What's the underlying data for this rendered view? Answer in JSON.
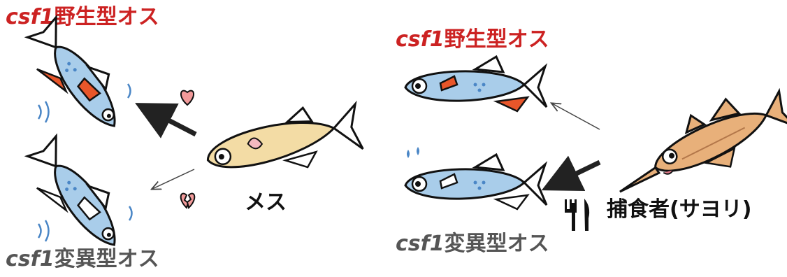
{
  "left_panel": {
    "top_label": {
      "gene": "csf1",
      "suffix": "野生型オス"
    },
    "bottom_label": {
      "gene": "csf1",
      "suffix": "変異型オス"
    },
    "chooser_label": "メス"
  },
  "right_panel": {
    "top_label": {
      "gene": "csf1",
      "suffix": "野生型オス"
    },
    "bottom_label": {
      "gene": "csf1",
      "suffix": "変異型オス"
    },
    "predator_label": "捕食者(サヨリ)"
  },
  "colors": {
    "wildtype_label": "#cc2222",
    "mutant_label": "#555555",
    "male_body": "#a9cdea",
    "female_body": "#f3dca5",
    "predator_body": "#e8b07a",
    "orange_fin": "#e8562a",
    "heart": "#f29a9a"
  },
  "icons": [
    "heart-icon",
    "broken-heart-icon",
    "water-drop-icon",
    "fork-knife-icon"
  ]
}
